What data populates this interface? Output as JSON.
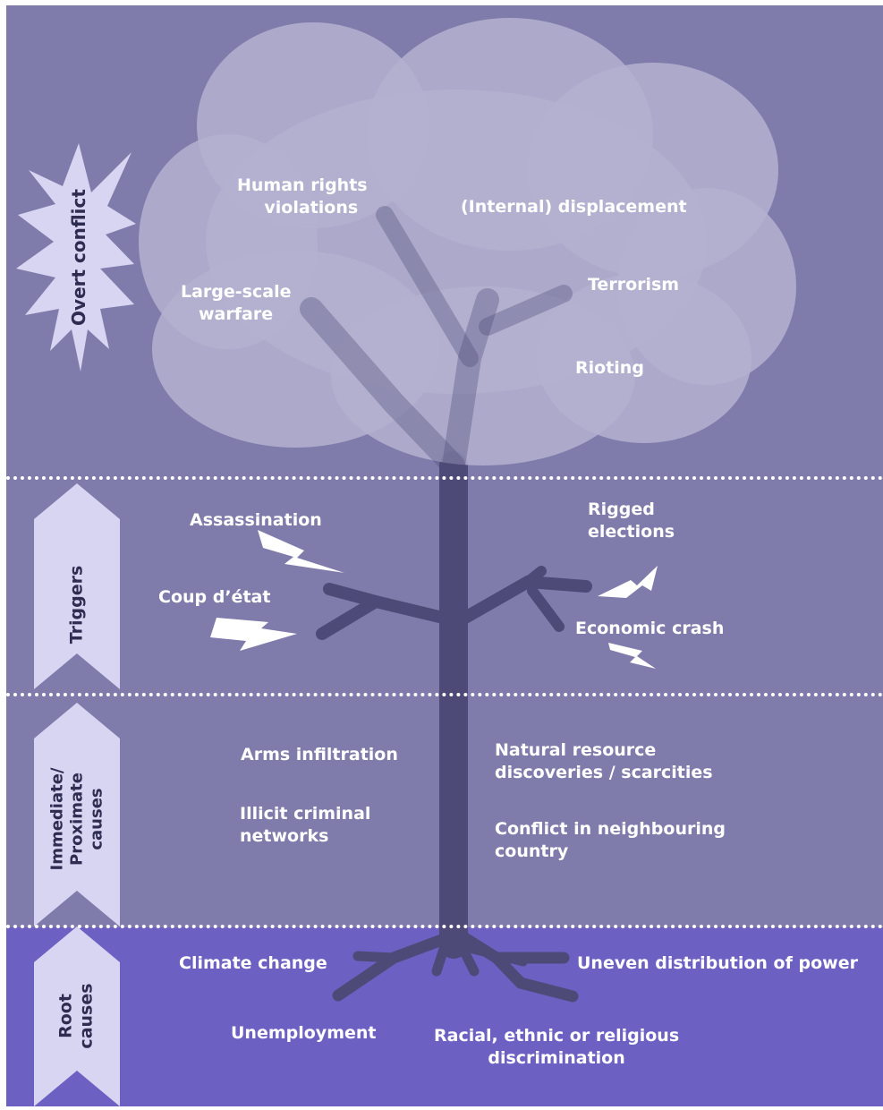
{
  "levels": {
    "overt_conflict": {
      "label": "Overt conflict",
      "items": {
        "human_rights_1": "Human rights",
        "human_rights_2": "violations",
        "internal_displacement": "(Internal) displacement",
        "large_scale_1": "Large-scale",
        "large_scale_2": "warfare",
        "terrorism": "Terrorism",
        "rioting": "Rioting"
      }
    },
    "triggers": {
      "label": "Triggers",
      "items": {
        "assassination": "Assassination",
        "rigged_1": "Rigged",
        "rigged_2": "elections",
        "coup": "Coup d’état",
        "economic_crash": "Economic crash"
      }
    },
    "proximate": {
      "label_1": "Immediate/",
      "label_2": "Proximate",
      "label_3": "causes",
      "items": {
        "arms": "Arms infiltration",
        "natural_1": "Natural resource",
        "natural_2": "discoveries / scarcities",
        "illicit_1": "Illicit criminal",
        "illicit_2": "networks",
        "conflict_1": "Conflict in neighbouring",
        "conflict_2": "country"
      }
    },
    "root": {
      "label_1": "Root",
      "label_2": "causes",
      "items": {
        "climate": "Climate change",
        "uneven": "Uneven distribution of power",
        "unemployment": "Unemployment",
        "racial_1": "Racial, ethnic or religious",
        "racial_2": "discrimination"
      }
    }
  },
  "colors": {
    "band": "#7f7cab",
    "root_band": "#6d60c3",
    "tree": "#4e4a78",
    "cloud": "#b4b1d0",
    "side_shape": "#d7d5f1",
    "text": "#ffffff",
    "side_text": "#2f2c52"
  },
  "icons": {
    "bolt": "lightning-bolt-icon",
    "burst": "starburst-shape",
    "chevron": "chevron-arrow-shape"
  }
}
